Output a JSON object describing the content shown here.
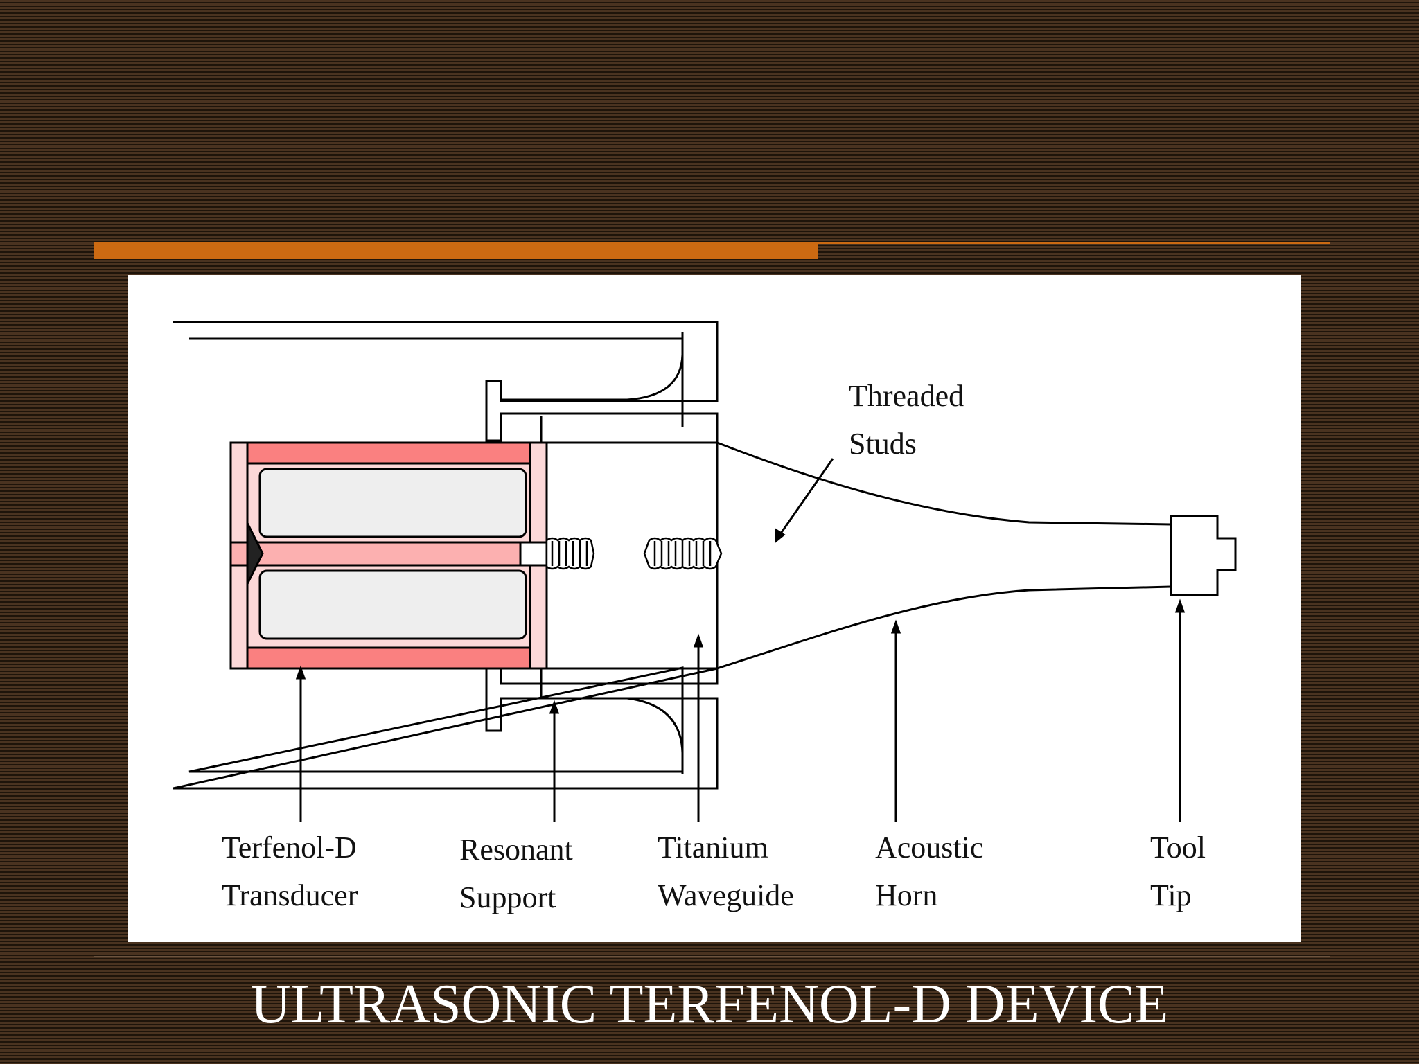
{
  "slide": {
    "title": "ULTRASONIC TERFENOL-D DEVICE"
  },
  "colors": {
    "background": "#3b2716",
    "accent": "#cc6a12",
    "transducer_red": "#fa8080",
    "transducer_pink": "#fcd8d8",
    "coil_gray": "#eeeeee"
  },
  "diagram": {
    "callouts": {
      "threaded_studs": [
        "Threaded",
        "Studs"
      ],
      "transducer": [
        "Terfenol-D",
        "Transducer"
      ],
      "support": [
        "Resonant",
        "Support"
      ],
      "waveguide": [
        "Titanium",
        "Waveguide"
      ],
      "horn": [
        "Acoustic",
        "Horn"
      ],
      "tool_tip": [
        "Tool",
        "Tip"
      ]
    }
  }
}
